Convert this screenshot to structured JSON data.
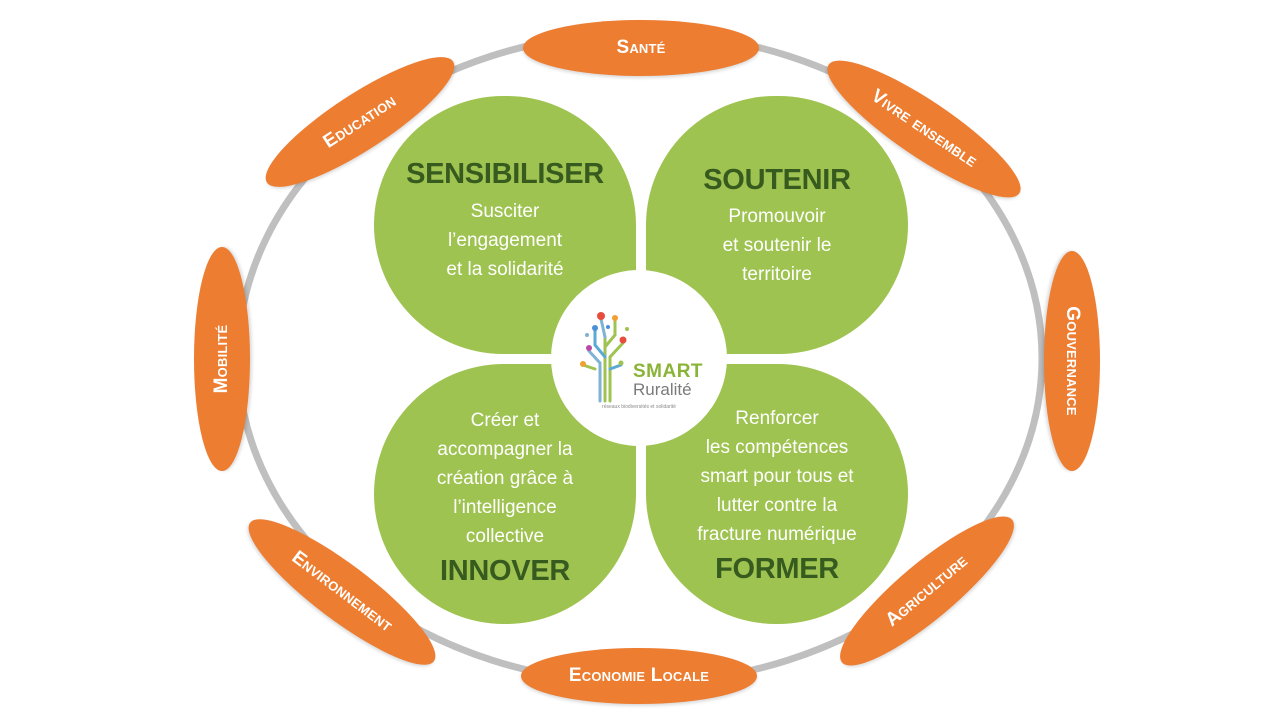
{
  "diagram": {
    "center_logo": {
      "word1": "SMART",
      "word2": "Ruralité",
      "tagline": "réseaux biodiversités et solidarité"
    },
    "petals": [
      {
        "id": "sensibiliser",
        "title": "SENSIBILISER",
        "lines": [
          "Susciter",
          "l’engagement",
          "et la solidarité"
        ]
      },
      {
        "id": "soutenir",
        "title": "SOUTENIR",
        "lines": [
          "Promouvoir",
          "et soutenir le",
          "territoire"
        ]
      },
      {
        "id": "innover",
        "title": "INNOVER",
        "lines": [
          "Créer et",
          "accompagner la",
          "création grâce à",
          "l’intelligence",
          "collective"
        ]
      },
      {
        "id": "former",
        "title": "FORMER",
        "lines": [
          "Renforcer",
          "les compétences",
          "smart pour tous et",
          "lutter contre la",
          "fracture numérique"
        ]
      }
    ],
    "themes": [
      {
        "id": "sante",
        "label": "Santé"
      },
      {
        "id": "vivre-ensemble",
        "label": "Vivre ensemble"
      },
      {
        "id": "gouvernance",
        "label": "Gouvernance"
      },
      {
        "id": "agriculture",
        "label": "Agriculture"
      },
      {
        "id": "economie-locale",
        "label": "Economie Locale"
      },
      {
        "id": "environnement",
        "label": "Environnement"
      },
      {
        "id": "mobilite",
        "label": "Mobilité"
      },
      {
        "id": "education",
        "label": "Education"
      }
    ],
    "colors": {
      "theme_fill": "#ed7d31",
      "petal_fill": "#9ec350",
      "petal_title": "#375a1f",
      "ring": "#bfbfbf",
      "logo_green": "#8ab437",
      "logo_grey": "#7a7a7a"
    }
  }
}
